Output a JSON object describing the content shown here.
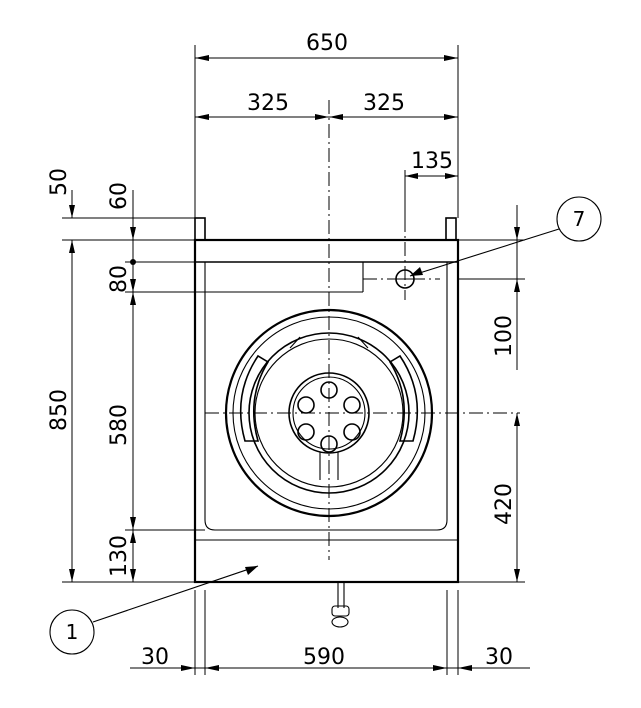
{
  "dimensions": {
    "total_width": "650",
    "half_left": "325",
    "half_right": "325",
    "offset_right": "135",
    "top_50": "50",
    "top_60": "60",
    "height_80": "80",
    "height_850": "850",
    "height_580": "580",
    "height_130": "130",
    "right_100": "100",
    "right_420": "420",
    "bottom_left_30": "30",
    "bottom_590": "590",
    "bottom_right_30": "30"
  },
  "callouts": {
    "item_1": "1",
    "item_7": "7"
  }
}
